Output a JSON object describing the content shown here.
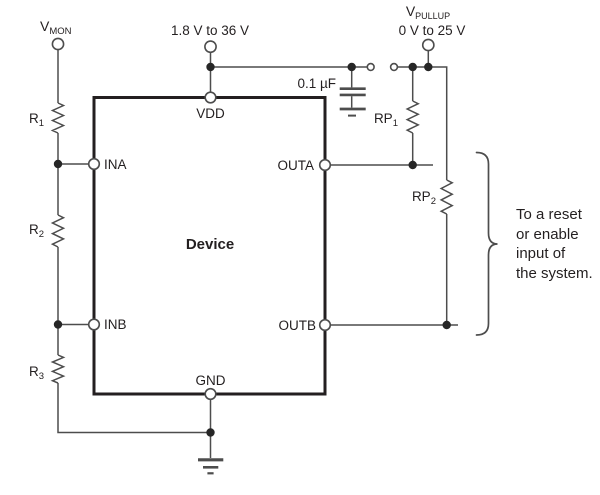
{
  "diagram": {
    "device_label": "Device",
    "pins": {
      "vdd": "VDD",
      "gnd": "GND",
      "ina": "INA",
      "inb": "INB",
      "outa": "OUTA",
      "outb": "OUTB"
    },
    "sources": {
      "vmon": {
        "base": "V",
        "sub": "MON"
      },
      "vdd_range": "1.8 V to 36 V",
      "vpullup": {
        "base": "V",
        "sub": "PULLUP"
      },
      "vpullup_range": "0 V to 25 V"
    },
    "components": {
      "r1": {
        "base": "R",
        "sub": "1"
      },
      "r2": {
        "base": "R",
        "sub": "2"
      },
      "r3": {
        "base": "R",
        "sub": "3"
      },
      "rp1": {
        "base": "RP",
        "sub": "1"
      },
      "rp2": {
        "base": "RP",
        "sub": "2"
      },
      "cap": "0.1 µF"
    },
    "annotation": {
      "lines": [
        "To a reset",
        "or enable",
        "input of",
        "the system."
      ]
    },
    "colors": {
      "wire": "#4d4d4d",
      "outline": "#231f20",
      "dot": "#262626"
    }
  }
}
